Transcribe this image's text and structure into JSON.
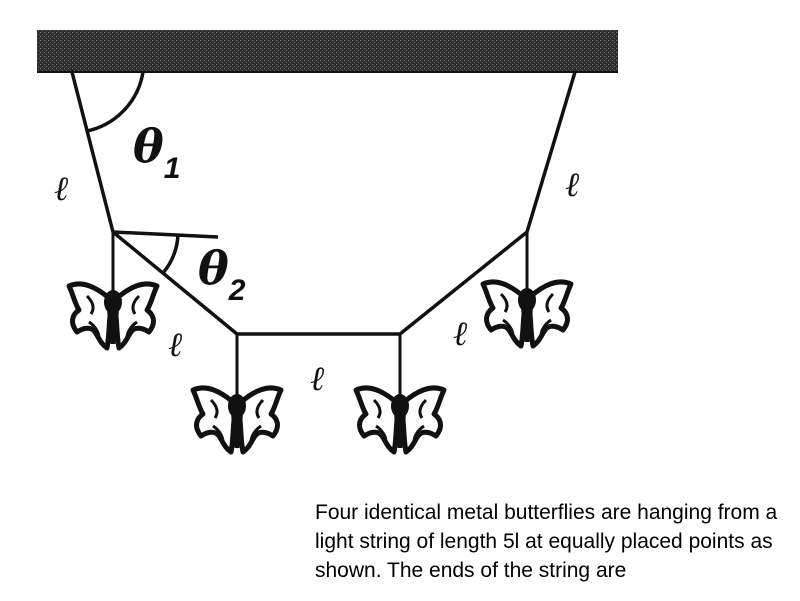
{
  "figure": {
    "segment_label": "ℓ",
    "theta1": {
      "symbol": "θ",
      "subscript": "1"
    },
    "theta2": {
      "symbol": "θ",
      "subscript": "2"
    },
    "butterfly_count": 4
  },
  "question": {
    "text": "Four identical metal butterflies are hanging from a light string of length 5l at equally placed points as shown. The ends of the string are"
  },
  "colors": {
    "ink": "#111111",
    "ceiling": "#3a3a3a"
  }
}
